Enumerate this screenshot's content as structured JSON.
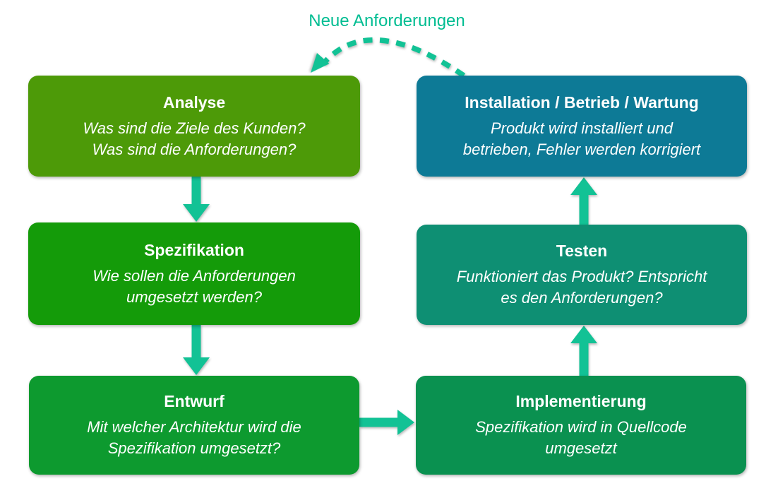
{
  "diagram": {
    "feedback_label": "Neue Anforderungen",
    "colors": {
      "accent_arrow": "#12c295",
      "feedback_label_color": "#00bd92",
      "text": "#ffffff",
      "background": "#ffffff"
    },
    "boxes": [
      {
        "id": "analyse",
        "title": "Analyse",
        "line1": "Was sind die Ziele des Kunden?",
        "line2": "Was sind die Anforderungen?",
        "color": "#4d9a08"
      },
      {
        "id": "spezifikation",
        "title": "Spezifikation",
        "line1": "Wie sollen die Anforderungen",
        "line2": "umgesetzt werden?",
        "color": "#149b09"
      },
      {
        "id": "entwurf",
        "title": "Entwurf",
        "line1": "Mit welcher Architektur wird die",
        "line2": "Spezifikation umgesetzt?",
        "color": "#0d9a2f"
      },
      {
        "id": "implementierung",
        "title": "Implementierung",
        "line1": "Spezifikation wird in Quellcode",
        "line2": "umgesetzt",
        "color": "#0a9150"
      },
      {
        "id": "testen",
        "title": "Testen",
        "line1": "Funktioniert das Produkt? Entspricht",
        "line2": "es den Anforderungen?",
        "color": "#0e8f73"
      },
      {
        "id": "installation",
        "title": "Installation / Betrieb / Wartung",
        "line1": "Produkt wird installiert und",
        "line2": "betrieben, Fehler werden korrigiert",
        "color": "#0d7a96"
      }
    ],
    "flow": [
      {
        "from": "Analyse",
        "to": "Spezifikation",
        "style": "solid"
      },
      {
        "from": "Spezifikation",
        "to": "Entwurf",
        "style": "solid"
      },
      {
        "from": "Entwurf",
        "to": "Implementierung",
        "style": "solid"
      },
      {
        "from": "Implementierung",
        "to": "Testen",
        "style": "solid"
      },
      {
        "from": "Testen",
        "to": "Installation / Betrieb / Wartung",
        "style": "solid"
      },
      {
        "from": "Installation / Betrieb / Wartung",
        "to": "Analyse",
        "style": "dashed",
        "label": "Neue Anforderungen"
      }
    ]
  }
}
